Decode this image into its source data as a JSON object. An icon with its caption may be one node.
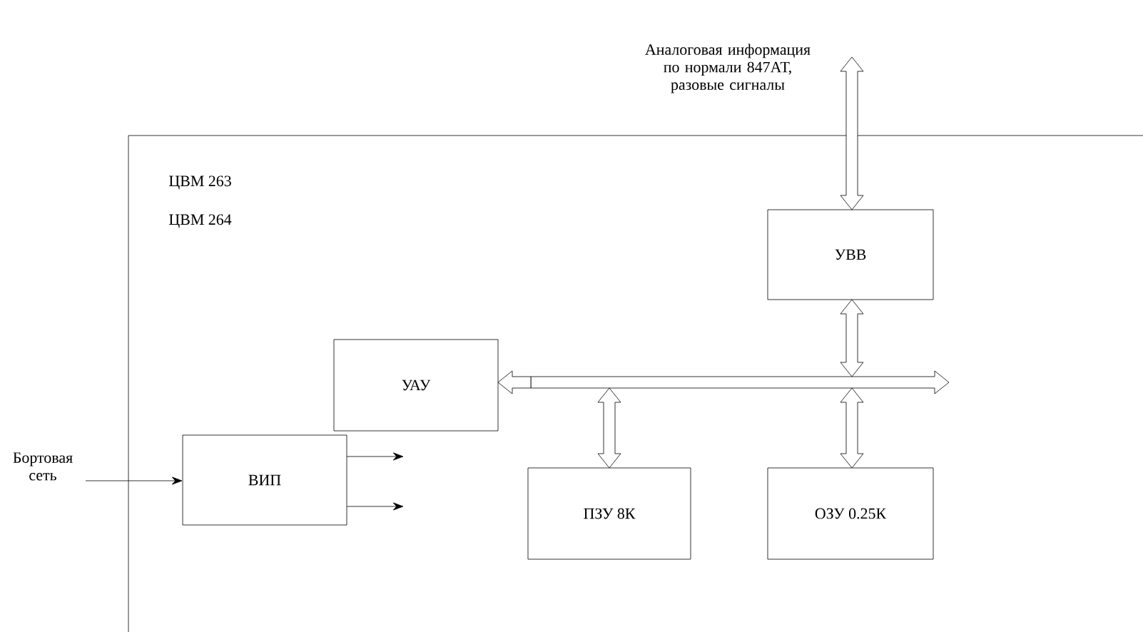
{
  "diagram": {
    "nodes": [
      {
        "text": [
          "ЦВМ 263",
          "ЦВМ 264"
        ]
      },
      {
        "text": [
          "Аналоговая информация по нормали 847АТ, разовые сигналы"
        ]
      },
      {
        "text": [
          "УВВ"
        ],
        "in": 0
      },
      {
        "text": [
          "УАУ"
        ],
        "in": 0
      },
      {
        "text": [],
        "shape": "bar",
        "in": 0
      },
      {
        "text": [
          "ПЗУ 8К"
        ],
        "in": 0
      },
      {
        "text": [
          "ОЗУ 0.25К"
        ],
        "in": 0
      },
      {
        "text": [
          "ВИП"
        ],
        "in": 0
      },
      {
        "text": [
          "Бортовая сеть"
        ]
      }
    ],
    "edges": [
      {
        "from": 1,
        "to": 2,
        "arrow": "both",
        "style": "thick"
      },
      {
        "from": 2,
        "to": 4,
        "arrow": "both",
        "style": "thick"
      },
      {
        "from": 4,
        "to": 3,
        "arrow": "to",
        "style": "thick"
      },
      {
        "from": 4,
        "to": 5,
        "arrow": "both",
        "style": "thick"
      },
      {
        "from": 4,
        "to": 6,
        "arrow": "both",
        "style": "thick"
      },
      {
        "from": 8,
        "to": 7,
        "arrow": "to"
      },
      {
        "from": 7,
        "to": null,
        "arrow": "to"
      },
      {
        "from": 7,
        "to": null,
        "arrow": "to"
      }
    ]
  }
}
